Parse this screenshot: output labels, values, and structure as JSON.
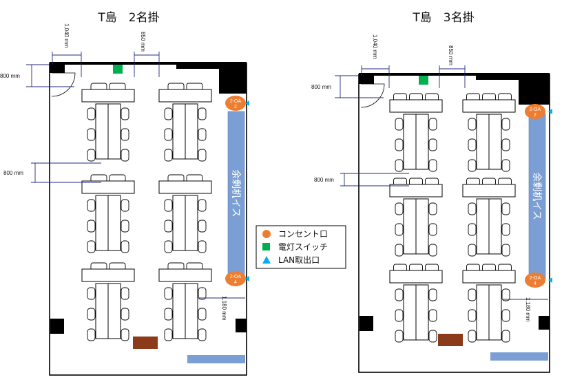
{
  "plans": [
    {
      "title": "T島　2名掛",
      "dim_top_left": "1,040 mm",
      "dim_top_mid": "850 mm",
      "dim_door": "800 mm",
      "dim_row_gap": "800 mm",
      "dim_right": "1,180 mm",
      "oa_top": [
        "2-OA",
        "2"
      ],
      "oa_bottom": [
        "2-OA",
        "4"
      ],
      "cabinet": "余剰机イス",
      "seats_per_side": 2
    },
    {
      "title": "T島　3名掛",
      "dim_top_left": "1,040 mm",
      "dim_top_mid": "850 mm",
      "dim_door": "800 mm",
      "dim_row_gap": "800 mm",
      "dim_right": "1,180 mm",
      "oa_top": [
        "2-OA",
        "2"
      ],
      "oa_bottom": [
        "2-OA",
        "4"
      ],
      "cabinet": "余剰机イス",
      "seats_per_side": 3
    }
  ],
  "legend": [
    {
      "shape": "circle",
      "color": "#ed7d31",
      "label": "コンセント口"
    },
    {
      "shape": "square",
      "color": "#00b050",
      "label": "電灯スイッチ"
    },
    {
      "shape": "triangle",
      "color": "#00b0f0",
      "label": "LAN取出口"
    }
  ],
  "colors": {
    "wall": "#000000",
    "oa": "#ed7d31",
    "switch": "#00b050",
    "cabinet": "#7b9fd4",
    "desk_brown": "#8b3a1a",
    "dim_line": "#1f2a7a"
  }
}
